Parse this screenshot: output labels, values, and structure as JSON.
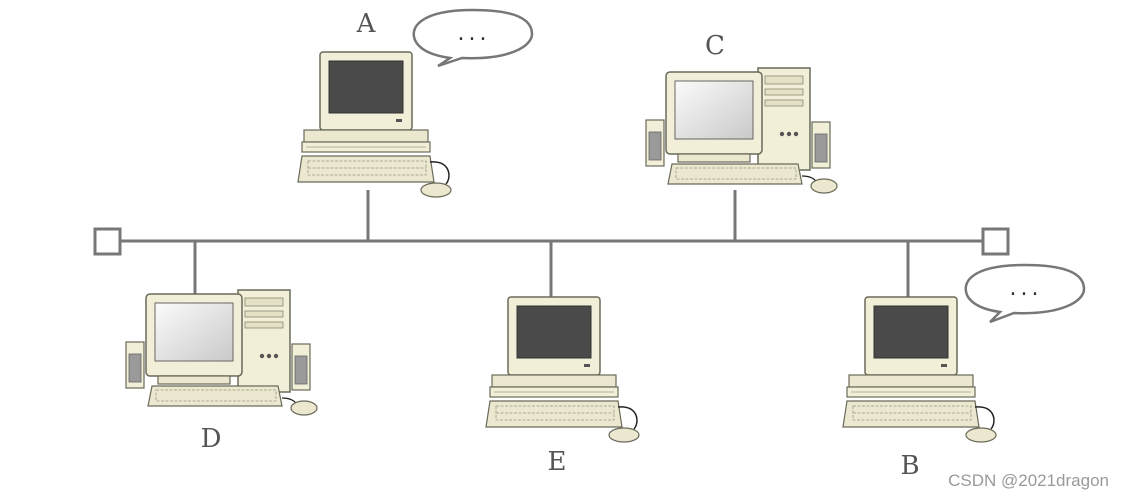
{
  "diagram": {
    "nodes": [
      {
        "id": "A",
        "label": "A"
      },
      {
        "id": "C",
        "label": "C"
      },
      {
        "id": "D",
        "label": "D"
      },
      {
        "id": "E",
        "label": "E"
      },
      {
        "id": "B",
        "label": "B"
      }
    ],
    "bubbles": [
      {
        "node": "A",
        "text": "..."
      },
      {
        "node": "B",
        "text": "..."
      }
    ]
  },
  "watermark": "CSDN @2021dragon",
  "colors": {
    "line": "#777777",
    "case": "#f2efd8",
    "case_stroke": "#707060",
    "screen_dark": "#4a4a4a",
    "screen_light": "#e6e6e6"
  }
}
